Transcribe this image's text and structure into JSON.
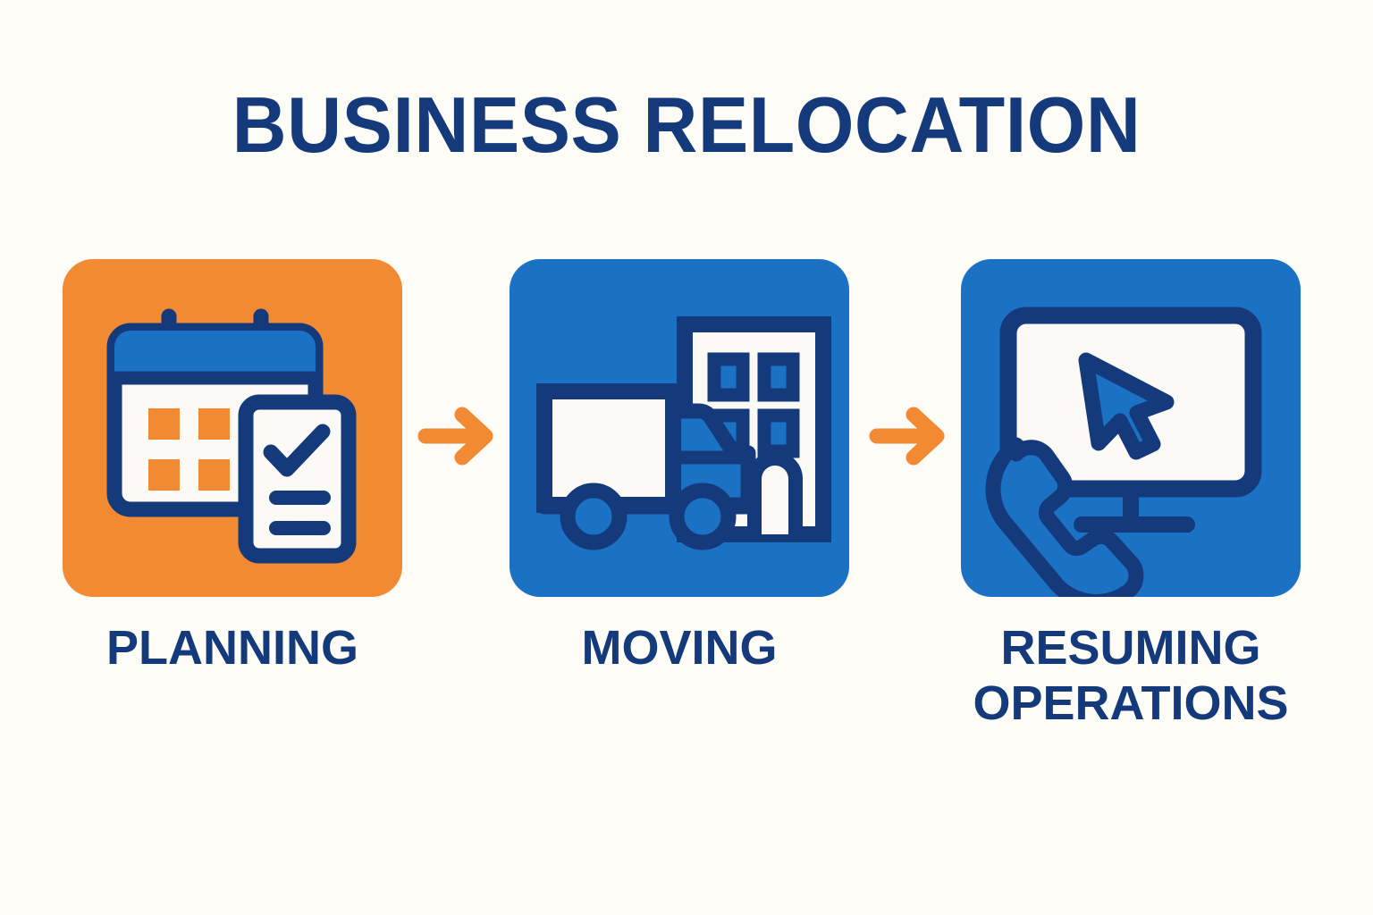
{
  "header": {
    "title": "BUSINESS RELOCATION"
  },
  "theme": {
    "background": "#fdfcf6",
    "navy": "#143a7b",
    "blue": "#1b71c4",
    "orange": "#f18a33",
    "white": "#fbfaf6"
  },
  "steps": [
    {
      "id": "planning",
      "label": "PLANNING",
      "label_line2": "",
      "card_color": "#f18a33",
      "icon": "calendar-checklist-icon"
    },
    {
      "id": "moving",
      "label": "MOVING",
      "label_line2": "",
      "card_color": "#1b71c4",
      "icon": "moving-truck-building-icon"
    },
    {
      "id": "resuming-operations",
      "label": "RESUMING",
      "label_line2": "OPERATIONS",
      "card_color": "#1b71c4",
      "icon": "monitor-cursor-phone-icon"
    }
  ],
  "connectors": [
    {
      "id": "arrow-1",
      "icon": "arrow-right-icon",
      "color": "#f18a33"
    },
    {
      "id": "arrow-2",
      "icon": "arrow-right-icon",
      "color": "#f18a33"
    }
  ]
}
